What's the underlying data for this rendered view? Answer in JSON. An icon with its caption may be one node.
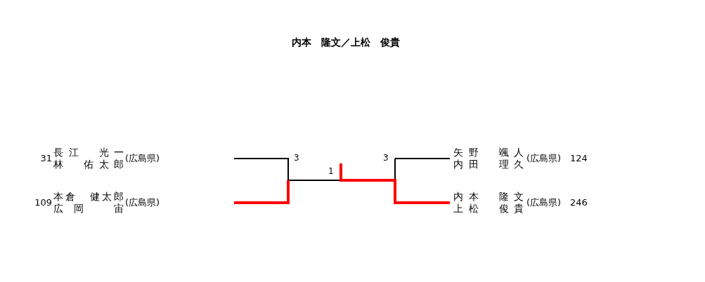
{
  "diagram": {
    "title": "内本　隆文／上松　俊貴",
    "nodes": [
      {
        "text": [
          "31",
          "長江　光一",
          "林　佑太郎",
          "(広島県)"
        ]
      },
      {
        "text": [
          "109",
          "本倉　健太郎",
          "広岡　宙",
          "(広島県)"
        ]
      },
      {
        "text": [
          "矢野　颯人",
          "内田　理久",
          "(広島県)",
          "124"
        ]
      },
      {
        "text": [
          "内本　隆文",
          "上松　俊貴",
          "(広島県)",
          "246"
        ]
      }
    ],
    "labels": [
      "3",
      "1",
      "3"
    ]
  }
}
